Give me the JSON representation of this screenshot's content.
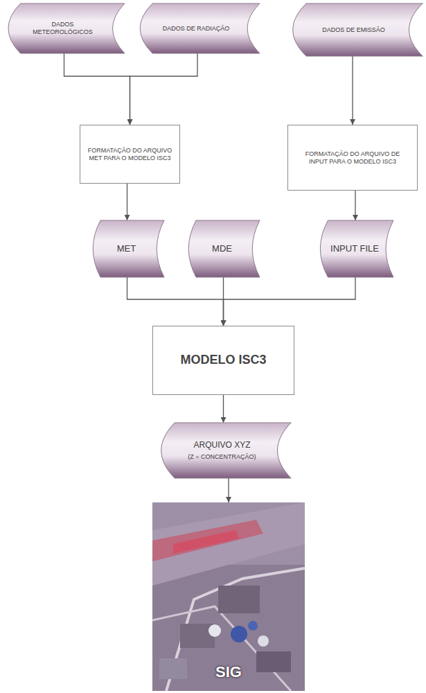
{
  "diagram": {
    "nodes": [
      {
        "text": [
          "DADOS METEOROLÓGICOS"
        ]
      },
      {
        "text": [
          "DADOS DE RADIAÇÃO"
        ]
      },
      {
        "text": [
          "DADOS DE EMISSÃO"
        ]
      },
      {
        "text": [
          "FORMATAÇÃO DO ARQUIVO MET PARA O MODELO ISC3"
        ]
      },
      {
        "text": [
          "FORMATAÇÃO DO ARQUIVO DE INPUT PARA O MODELO ISC3"
        ]
      },
      {
        "text": [
          "MET"
        ]
      },
      {
        "text": [
          "MDE"
        ]
      },
      {
        "text": [
          "INPUT FILE"
        ]
      },
      {
        "text": [
          "MODELO ISC3"
        ]
      },
      {
        "text": [
          "ARQUIVO XYZ",
          "(Z = CONCENTRAÇÃO)"
        ]
      },
      {
        "text": [
          "SIG"
        ]
      }
    ],
    "edges": [
      {
        "from": 0,
        "to": 3,
        "arrow": "to"
      },
      {
        "from": 1,
        "to": 3,
        "arrow": "to"
      },
      {
        "from": 2,
        "to": 4,
        "arrow": "to"
      },
      {
        "from": 3,
        "to": 5,
        "arrow": "to"
      },
      {
        "from": 4,
        "to": 7,
        "arrow": "to"
      },
      {
        "from": 5,
        "to": 8,
        "arrow": "to"
      },
      {
        "from": 6,
        "to": 8,
        "arrow": "to"
      },
      {
        "from": 7,
        "to": 8,
        "arrow": "to"
      },
      {
        "from": 8,
        "to": 9,
        "arrow": "to"
      },
      {
        "from": 9,
        "to": 10,
        "arrow": "to"
      }
    ]
  }
}
